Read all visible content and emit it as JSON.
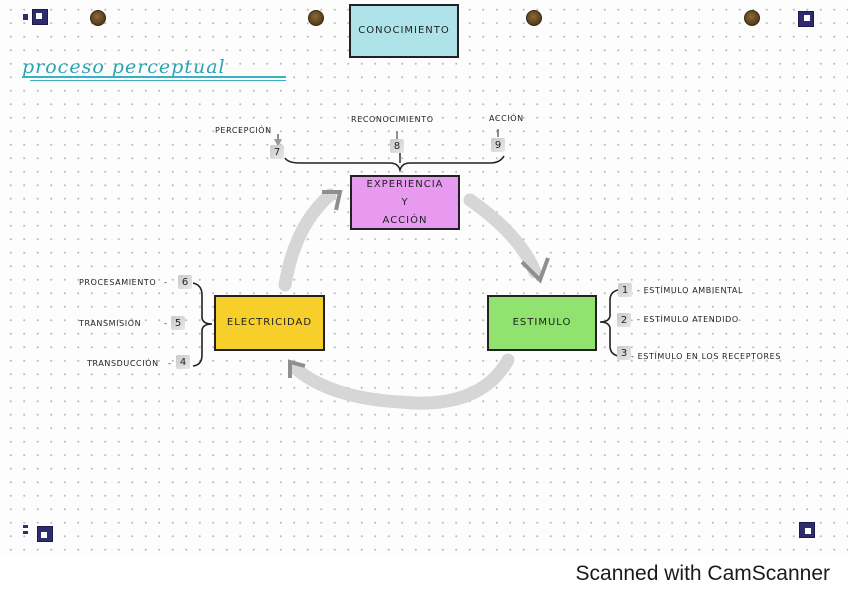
{
  "title": "proceso perceptual",
  "boxes": {
    "conocimiento": "CONOCIMIENTO",
    "experiencia": [
      "EXPERIENCIA",
      "Y",
      "ACCIÓN"
    ],
    "electricidad": "ELECTRICIDAD",
    "estimulo": "ESTIMULO"
  },
  "top_items": [
    {
      "label": "PERCEPCIÓN",
      "number": "7"
    },
    {
      "label": "RECONOCIMIENTO",
      "number": "8"
    },
    {
      "label": "ACCIÓN",
      "number": "9"
    }
  ],
  "left_items": [
    {
      "label": "PROCESAMIENTO",
      "number": "6"
    },
    {
      "label": "TRANSMISIÓN",
      "number": "5"
    },
    {
      "label": "TRANSDUCCIÓN",
      "number": "4"
    }
  ],
  "right_items": [
    {
      "label": "ESTÍMULO AMBIENTAL",
      "number": "1"
    },
    {
      "label": "ESTÍMULO ATENDIDO",
      "number": "2"
    },
    {
      "label": "ESTÍMULO EN LOS RECEPTORES",
      "number": "3"
    }
  ],
  "colors": {
    "conocimiento": "#aee3ea",
    "experiencia": "#e79af0",
    "electricidad": "#f6cf2a",
    "estimulo": "#8fe36e",
    "title": "#2aa3b4",
    "marker": "#2f2c6e"
  },
  "footer": "Scanned with CamScanner"
}
